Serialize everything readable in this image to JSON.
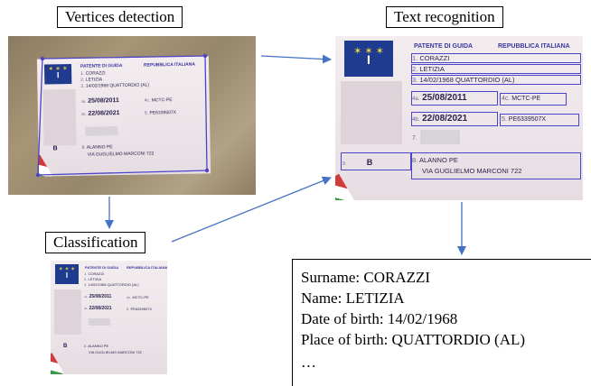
{
  "stages": {
    "vertices": "Vertices detection",
    "text": "Text recognition",
    "classification": "Classification"
  },
  "card": {
    "country_code": "I",
    "header_left": "PATENTE DI GUIDA",
    "header_right": "REPUBBLICA ITALIANA",
    "surname": "CORAZZI",
    "name": "LETIZIA",
    "birth": "14/02/1968 QUATTORDIO (AL)",
    "issue_date": "25/08/2011",
    "authority": "MCTC-PE",
    "expiry_date": "22/08/2021",
    "number_text": "PE6339507X",
    "number_small": "PE6339507X",
    "category": "B",
    "residence_1": "ALANNO    PE",
    "residence_2": "VIA GUGLIELMO MARCONI 722",
    "small_birth": "14/02/1968 QUATTORDIO (AL)",
    "small_authority": "MCTC-PE",
    "small_number": "PE6339507X",
    "field_numbers": [
      "1.",
      "2.",
      "3.",
      "4a.",
      "4c.",
      "4b.",
      "5.",
      "7.",
      "9.",
      "8."
    ]
  },
  "result": {
    "lines": [
      "Surname: CORAZZI",
      "Name: LETIZIA",
      "Date of birth: 14/02/1968",
      "Place of birth: QUATTORDIO (AL)",
      "…"
    ]
  },
  "colors": {
    "arrow": "#4472c4",
    "detection": "#4b44c8",
    "flag": "#1f3b8f"
  }
}
